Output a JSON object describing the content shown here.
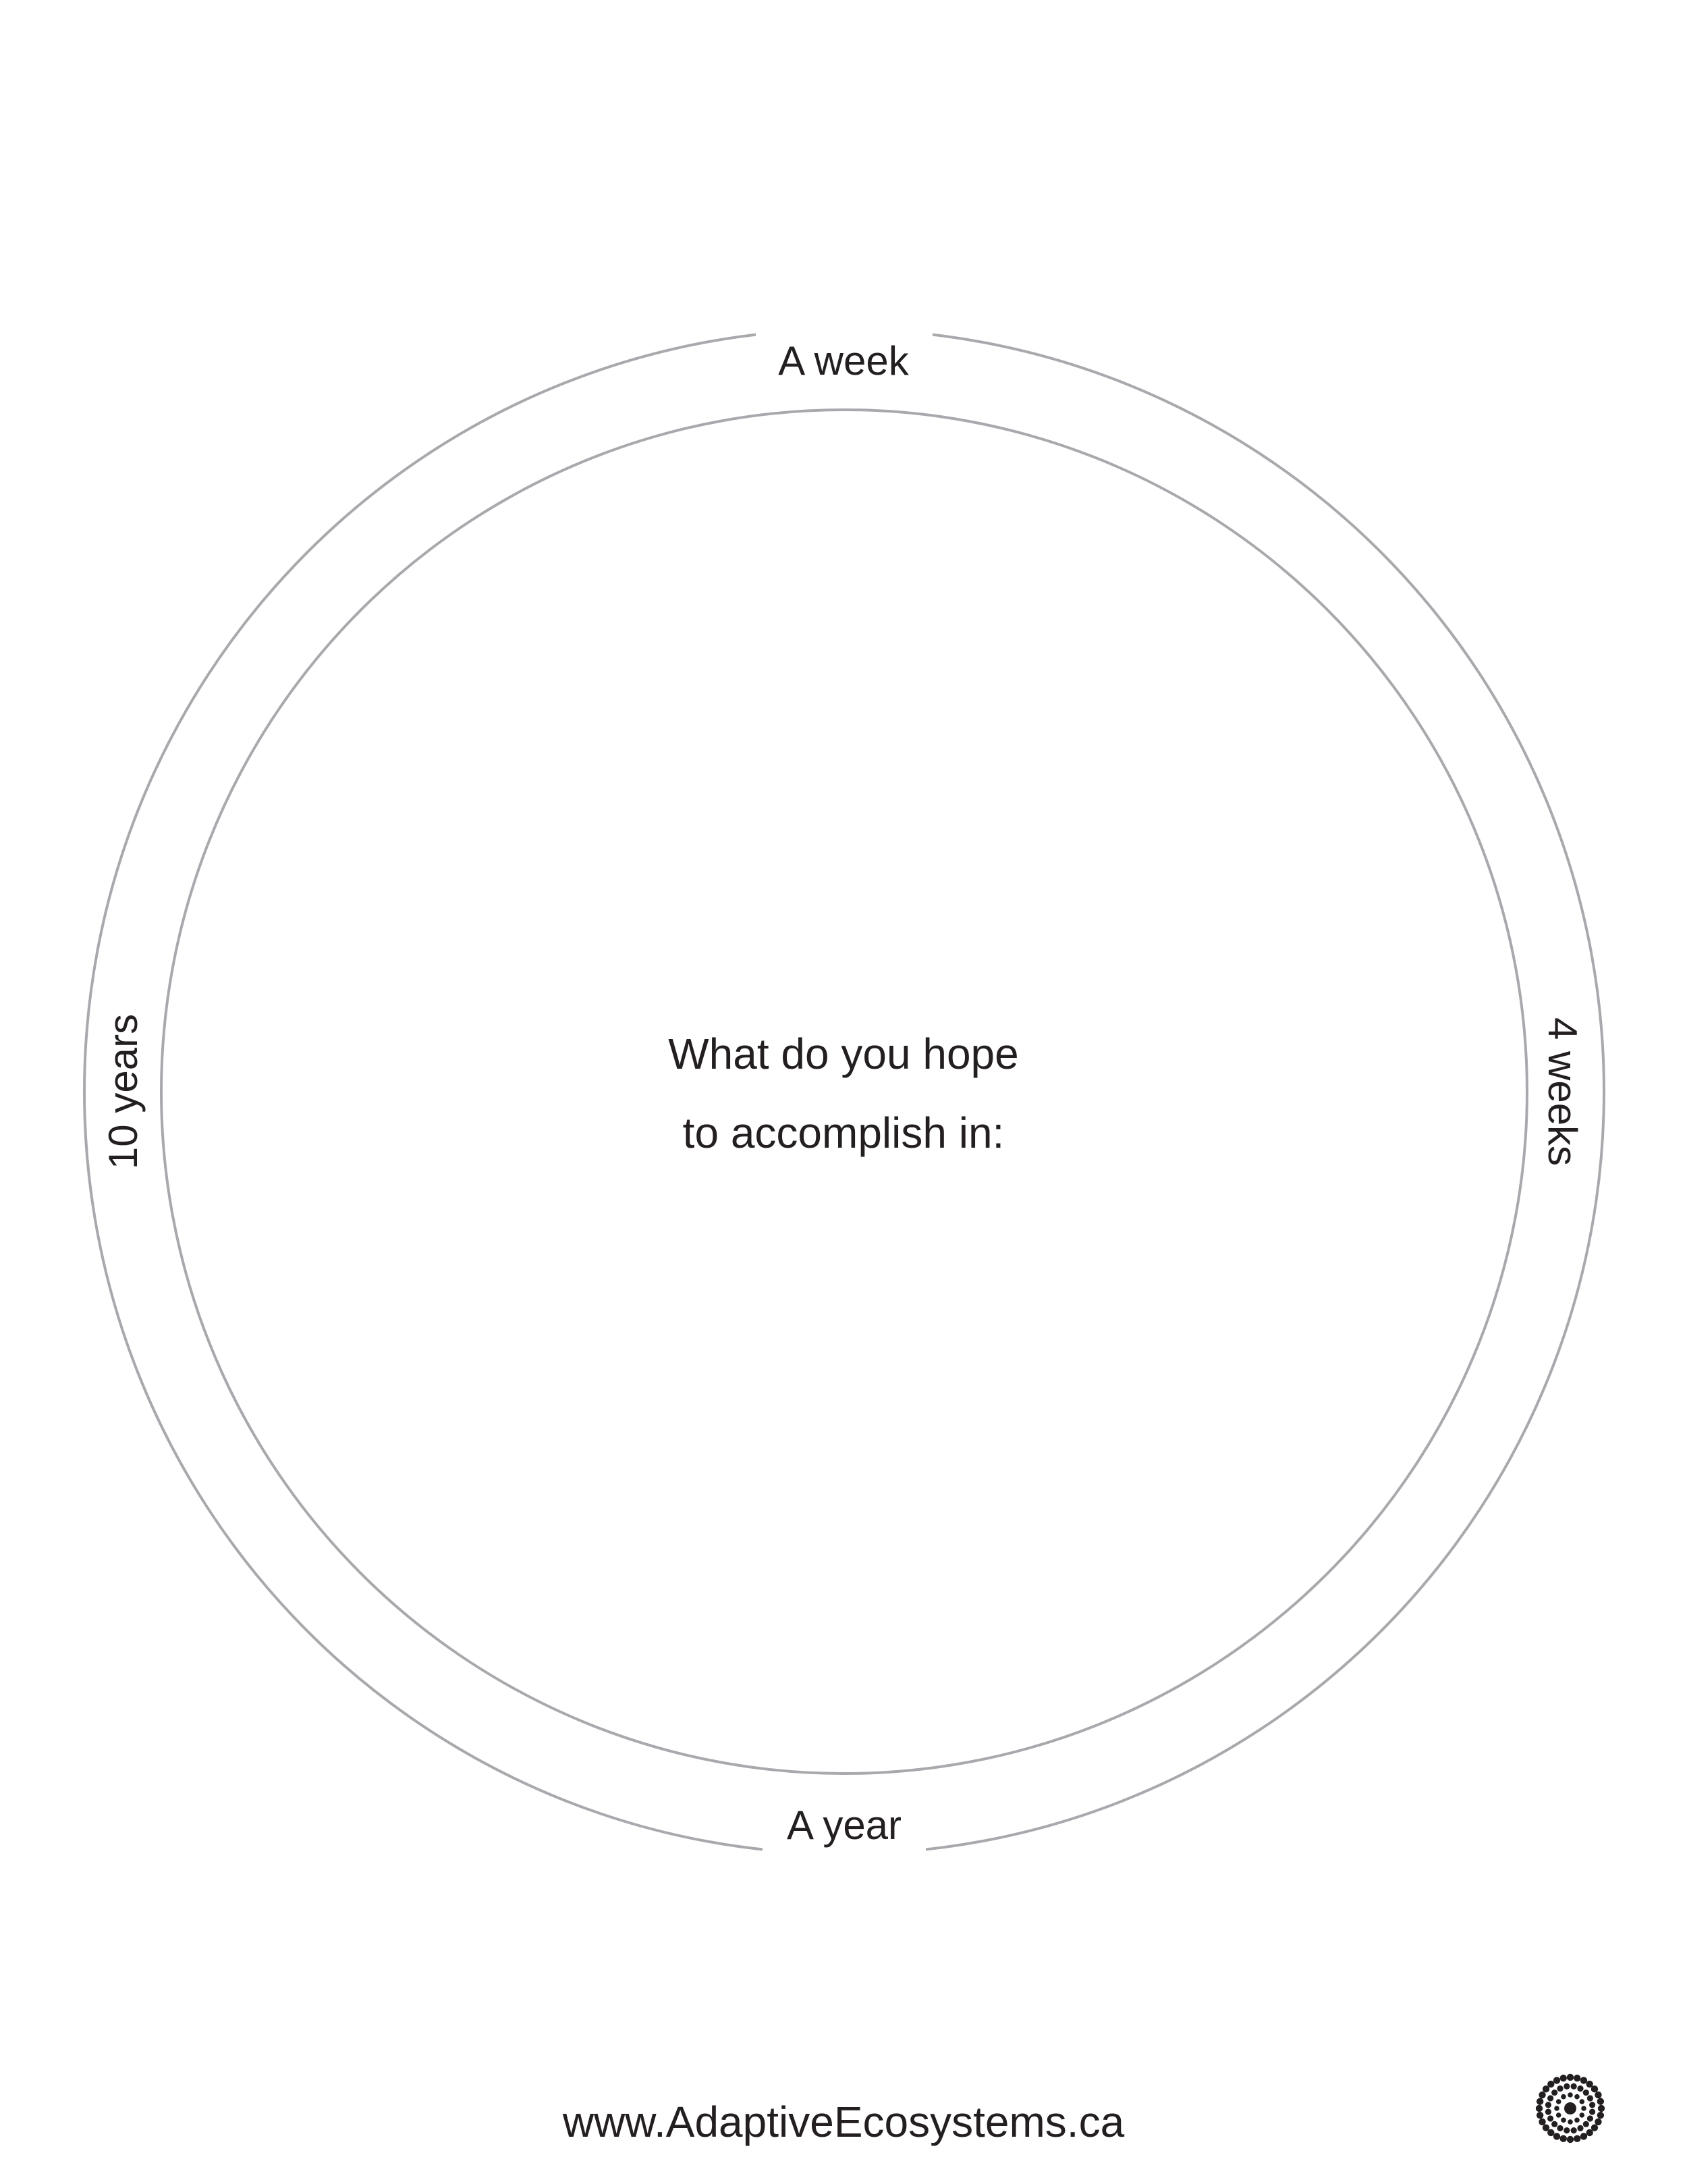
{
  "ring_labels": {
    "top": "A week",
    "right": "4 weeks",
    "bottom": "A year",
    "left": "10 years"
  },
  "center_prompt": {
    "line1": "What do you hope",
    "line2": "to accomplish in:"
  },
  "footer": {
    "website": "www.AdaptiveEcosystems.ca",
    "logo_icon": "dotted-circle-logo-icon"
  },
  "colors": {
    "ring_stroke": "#a7a9ac",
    "text": "#231f20"
  }
}
